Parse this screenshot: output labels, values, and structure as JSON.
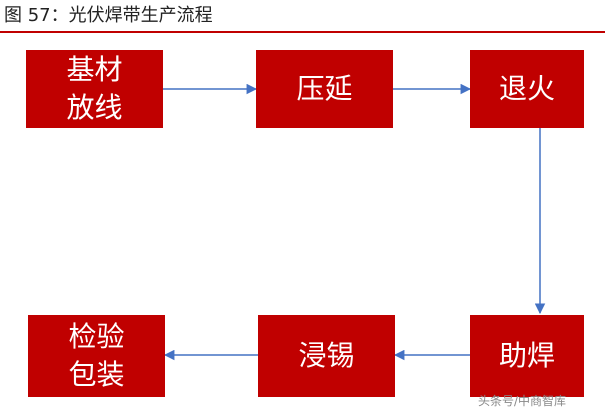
{
  "figure": {
    "title": "图 57：光伏焊带生产流程"
  },
  "colors": {
    "box_fill": "#c00000",
    "box_text": "#ffffff",
    "arrow": "#4472c4",
    "title_rule": "#c00000"
  },
  "steps": [
    {
      "lines": [
        "基材",
        "放线"
      ]
    },
    {
      "lines": [
        "压延"
      ]
    },
    {
      "lines": [
        "退火"
      ]
    },
    {
      "lines": [
        "助焊"
      ]
    },
    {
      "lines": [
        "浸锡"
      ]
    },
    {
      "lines": [
        "检验",
        "包装"
      ]
    }
  ],
  "watermark": "头条号/中商智库"
}
